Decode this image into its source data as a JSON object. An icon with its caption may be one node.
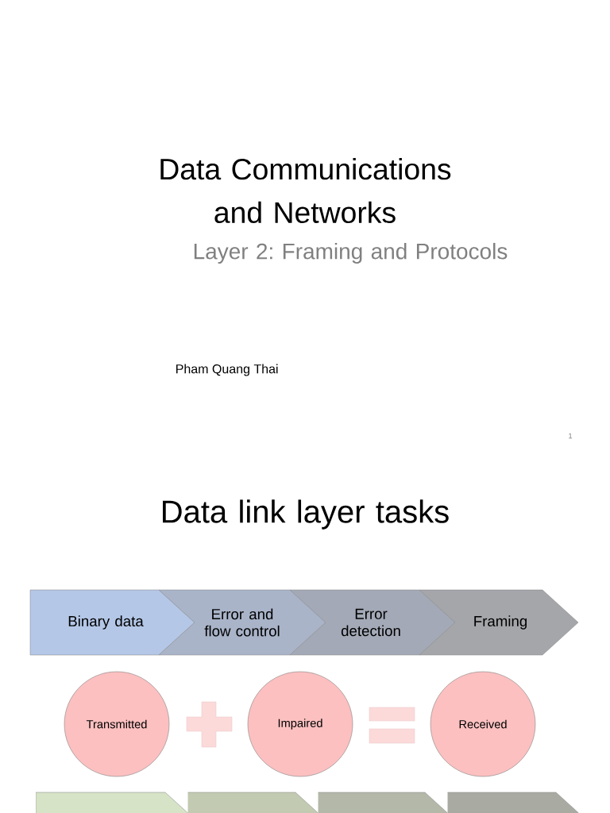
{
  "diagram": {
    "nodes": [
      {
        "text": [
          "Binary data"
        ]
      },
      {
        "text": [
          "Error and flow control"
        ]
      },
      {
        "text": [
          "Error detection"
        ]
      },
      {
        "text": [
          "Framing"
        ]
      },
      {
        "text": [
          "Transmitted"
        ]
      },
      {
        "text": [
          "Impaired"
        ]
      },
      {
        "text": [
          "Received"
        ]
      },
      {
        "text": [],
        "shape": "chevron"
      },
      {
        "text": [],
        "shape": "chevron"
      },
      {
        "text": [],
        "shape": "chevron"
      },
      {
        "text": [],
        "shape": "chevron"
      }
    ],
    "edges": [],
    "labels": [
      "Data Communications and Networks",
      "Layer 2: Framing and Protocols",
      "Pham Quang Thai",
      "1",
      "Data link layer tasks"
    ]
  }
}
